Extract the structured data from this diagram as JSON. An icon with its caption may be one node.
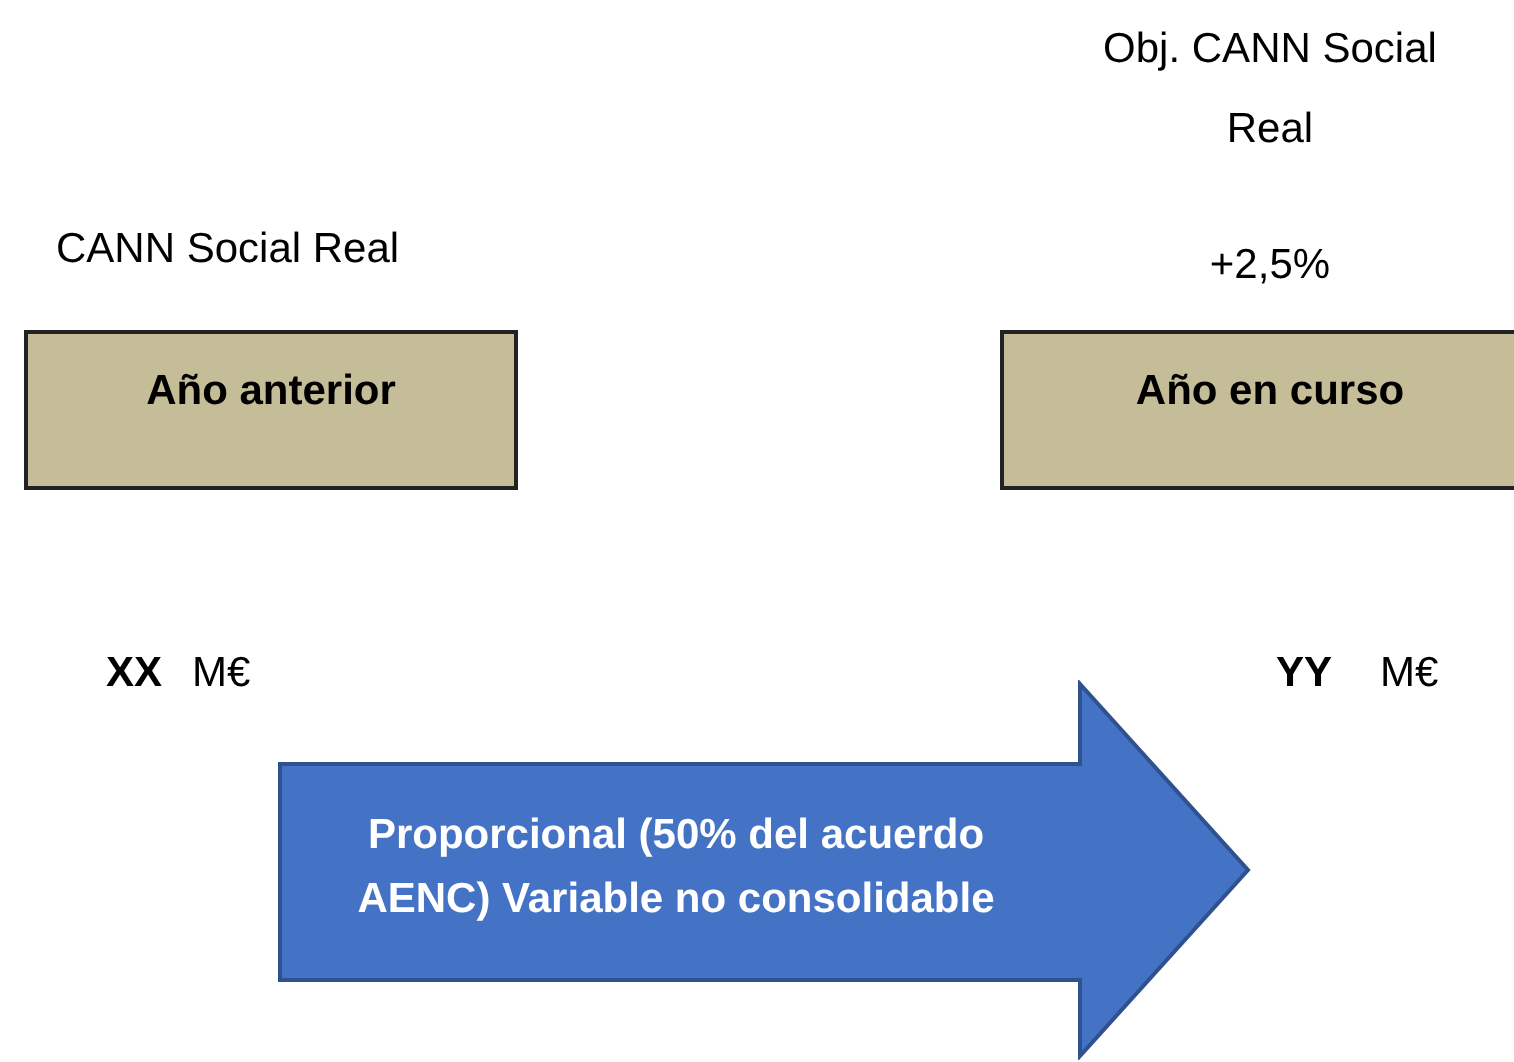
{
  "diagram": {
    "nodes": [
      {
        "text": [
          "Año anterior"
        ]
      },
      {
        "text": [
          "Año en curso"
        ]
      },
      {
        "text": [
          "Proporcional (50% del acuerdo AENC) Variable no consolidable"
        ]
      }
    ],
    "labels": [
      "Obj. CANN Social Real",
      "CANN Social Real",
      "+2,5%",
      "XX",
      "M€",
      "YY",
      "M€"
    ]
  }
}
